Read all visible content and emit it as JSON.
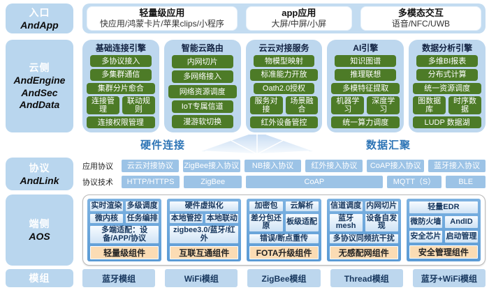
{
  "entry": {
    "label_cn": "入口",
    "label_en": "AndApp",
    "boxes": [
      {
        "title": "轻量级应用",
        "subtitle": "快应用/鸿蒙卡片/苹果clips/小程序"
      },
      {
        "title": "app应用",
        "subtitle": "大屏/中屏/小屏"
      },
      {
        "title": "多模态交互",
        "subtitle": "语音/NFC/UWB"
      }
    ]
  },
  "cloud": {
    "label_cn": "云侧",
    "label_en": "AndEngine\nAndSec\nAndData",
    "columns": [
      {
        "title": "基础连接引擎",
        "rows": [
          [
            "多协议接入"
          ],
          [
            "多集群通信"
          ],
          [
            "集群分片愈合"
          ],
          [
            "连接管理",
            "联动规则"
          ],
          [
            "连接权限管理"
          ]
        ]
      },
      {
        "title": "智能云路由",
        "rows": [
          [
            "内网切片"
          ],
          [
            "多网络接入"
          ],
          [
            "网络资源调度"
          ],
          [
            "IoT专属信道"
          ],
          [
            "漫游软切换"
          ]
        ]
      },
      {
        "title": "云云对接服务",
        "rows": [
          [
            "物模型映射"
          ],
          [
            "标准能力开放"
          ],
          [
            "Oath2.0授权"
          ],
          [
            "服务对接",
            "场景融合"
          ],
          [
            "红外设备管控"
          ]
        ]
      },
      {
        "title": "AI引擎",
        "rows": [
          [
            "知识图谱"
          ],
          [
            "推理联想"
          ],
          [
            "多模特征提取"
          ],
          [
            "机器学习",
            "深度学习"
          ],
          [
            "统一算力调度"
          ]
        ]
      },
      {
        "title": "数据分析引擎",
        "rows": [
          [
            "多维BI报表"
          ],
          [
            "分布式计算"
          ],
          [
            "统一资源调度"
          ],
          [
            "图数据库",
            "时序数据"
          ],
          [
            "LUDP 数据湖"
          ]
        ]
      }
    ]
  },
  "bridge": {
    "left": "硬件连接",
    "right": "数据汇聚"
  },
  "protocol": {
    "label_cn": "协议",
    "label_en": "AndLink",
    "app_row_label": "应用协议",
    "app_chips": [
      "云云对接协议",
      "ZigBee接入协议",
      "NB接入协议",
      "红外接入协议",
      "CoAP接入协议",
      "蓝牙接入协议"
    ],
    "tech_row_label": "协议技术",
    "tech_chips": [
      "HTTP/HTTPS",
      "ZigBee",
      "CoAP",
      "MQTT（S）",
      "BLE"
    ]
  },
  "aos": {
    "label_cn": "端侧",
    "label_en": "AOS",
    "columns": [
      {
        "rows": [
          [
            "实时渲染",
            "多级调度"
          ],
          [
            "微内核",
            "任务编排"
          ],
          [
            "多端适配：设备/APP/协议"
          ]
        ],
        "footer": "轻量级组件"
      },
      {
        "rows": [
          [
            "硬件虚拟化"
          ],
          [
            "本地管控",
            "本地联动"
          ],
          [
            "zigbee3.0/蓝牙/红外"
          ]
        ],
        "footer": "互联互通组件"
      },
      {
        "rows": [
          [
            "加密包",
            "云解析"
          ],
          [
            "差分包还原",
            "板级适配"
          ],
          [
            "错误/断点重传"
          ]
        ],
        "footer": "FOTA升级组件"
      },
      {
        "rows": [
          [
            "信道调度",
            "内网切片"
          ],
          [
            "蓝牙mesh",
            "设备自发现"
          ],
          [
            "多协议同频抗干扰"
          ]
        ],
        "footer": "无感配网组件"
      },
      {
        "rows": [
          [
            "轻量EDR"
          ],
          [
            "微防火墙",
            "AndID"
          ],
          [
            "安全芯片",
            "启动管理"
          ]
        ],
        "footer": "安全管理组件"
      }
    ]
  },
  "modules": {
    "label_cn": "模组",
    "chips": [
      "蓝牙模组",
      "WiFi模组",
      "ZigBee模组",
      "Thread模组",
      "蓝牙+WiFi模组"
    ]
  },
  "colors": {
    "accent_blue": "#2E75B6",
    "panel_blue": "#BDD7EE",
    "chip_blue": "#9CC3E6",
    "box_green": "#4D7B27",
    "aos_blue": "#5B9BD5",
    "footer_peach": "#FBDCB4"
  }
}
